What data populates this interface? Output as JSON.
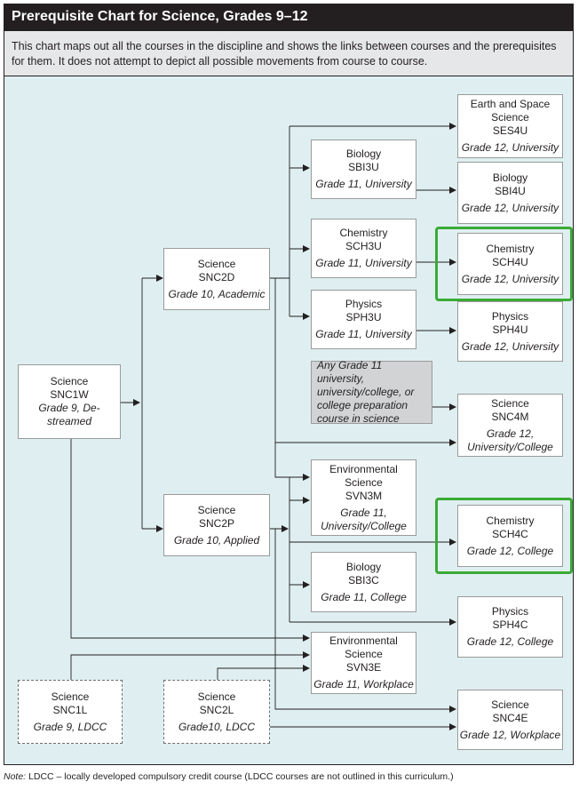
{
  "title": "Prerequisite Chart for Science, Grades  9–12",
  "description": "This chart maps out all the courses in the discipline and shows the links between courses and the prerequisites for them. It does not attempt to depict all possible movements from course to course.",
  "courses": {
    "snc1w": {
      "name": "Science",
      "code": "SNC1W",
      "grade": "Grade 9, De-streamed"
    },
    "snc2d": {
      "name": "Science",
      "code": "SNC2D",
      "grade": "Grade 10, Academic"
    },
    "snc2p": {
      "name": "Science",
      "code": "SNC2P",
      "grade": "Grade 10, Applied"
    },
    "snc1l": {
      "name": "Science",
      "code": "SNC1L",
      "grade": "Grade 9, LDCC"
    },
    "snc2l": {
      "name": "Science",
      "code": "SNC2L",
      "grade": "Grade10, LDCC"
    },
    "sbi3u": {
      "name": "Biology",
      "code": "SBI3U",
      "grade": "Grade 11, University"
    },
    "sch3u": {
      "name": "Chemistry",
      "code": "SCH3U",
      "grade": "Grade 11, University"
    },
    "sph3u": {
      "name": "Physics",
      "code": "SPH3U",
      "grade": "Grade 11, University"
    },
    "svn3m": {
      "name": "Environmental Science",
      "code": "SVN3M",
      "grade": "Grade 11, University/College"
    },
    "sbi3c": {
      "name": "Biology",
      "code": "SBI3C",
      "grade": "Grade 11, College"
    },
    "svn3e": {
      "name": "Environmental Science",
      "code": "SVN3E",
      "grade": "Grade 11, Workplace"
    },
    "ses4u": {
      "name": "Earth and Space Science",
      "code": "SES4U",
      "grade": "Grade 12, University"
    },
    "sbi4u": {
      "name": "Biology",
      "code": "SBI4U",
      "grade": "Grade 12, University"
    },
    "sch4u": {
      "name": "Chemistry",
      "code": "SCH4U",
      "grade": "Grade 12, University"
    },
    "sph4u": {
      "name": "Physics",
      "code": "SPH4U",
      "grade": "Grade 12, University"
    },
    "snc4m": {
      "name": "Science",
      "code": "SNC4M",
      "grade": "Grade 12, University/College"
    },
    "sch4c": {
      "name": "Chemistry",
      "code": "SCH4C",
      "grade": "Grade 12, College"
    },
    "sph4c": {
      "name": "Physics",
      "code": "SPH4C",
      "grade": "Grade 12, College"
    },
    "snc4e": {
      "name": "Science",
      "code": "SNC4E",
      "grade": "Grade 12, Workplace"
    }
  },
  "any_grade11_note": "Any Grade 11 university, university/college, or college preparation course in science",
  "highlight_color": "#3aaa35",
  "footnote": {
    "label": "Note:",
    "text": " LDCC – locally developed compulsory credit course (LDCC courses are not outlined in this curriculum.)"
  }
}
